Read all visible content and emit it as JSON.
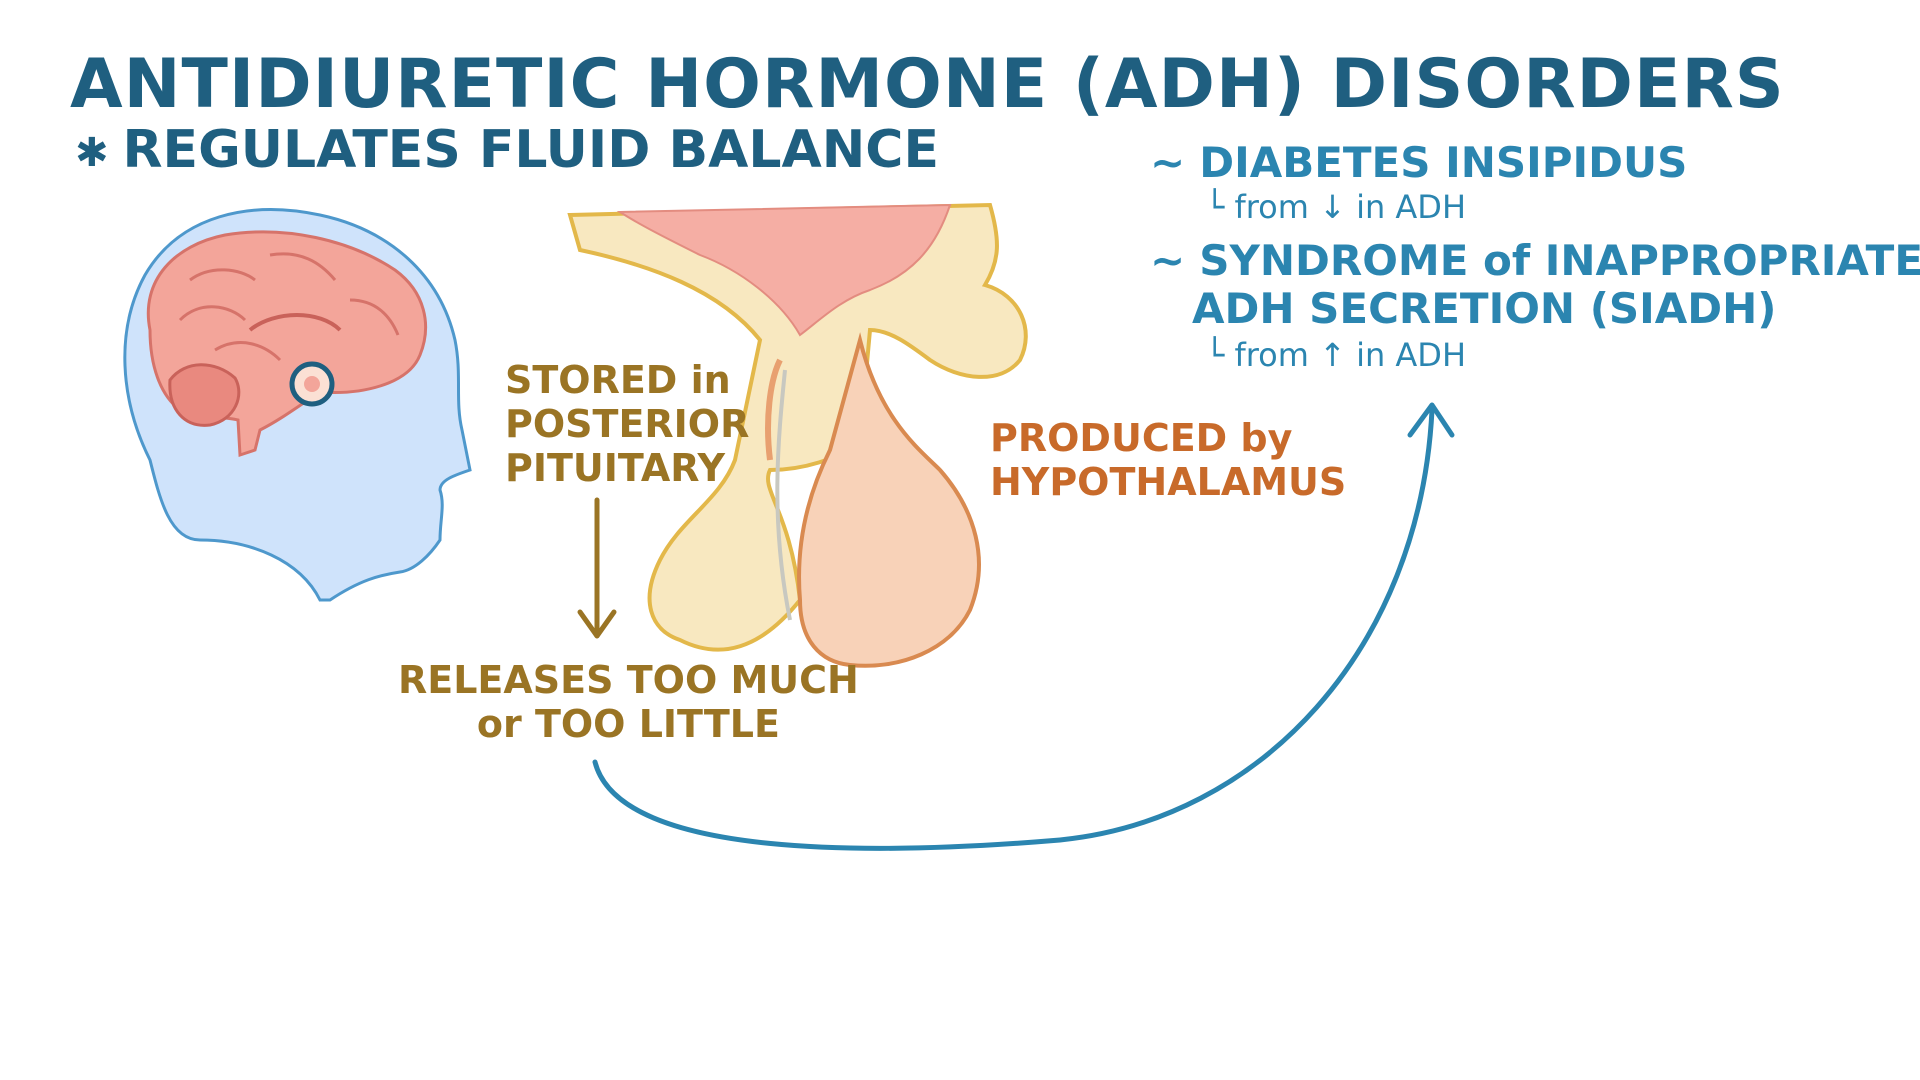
{
  "title": "ANTIDIURETIC HORMONE (ADH) DISORDERS",
  "subtitle_bullet": "✱",
  "subtitle": "REGULATES FLUID BALANCE",
  "disorders": [
    {
      "marker": "~",
      "name_line1": "DIABETES INSIPIDUS",
      "name_line2": "",
      "note_prefix": "└ from",
      "note_arrow": "↓",
      "note_suffix": "in ADH"
    },
    {
      "marker": "~",
      "name_line1": "SYNDROME of INAPPROPRIATE",
      "name_line2": "ADH SECRETION (SIADH)",
      "note_prefix": "└ from",
      "note_arrow": "↑",
      "note_suffix": "in ADH"
    }
  ],
  "labels": {
    "stored": [
      "STORED in",
      "POSTERIOR",
      "PITUITARY"
    ],
    "produced": [
      "PRODUCED by",
      "HYPOTHALAMUS"
    ],
    "releases": [
      "RELEASES TOO MUCH",
      "or TOO LITTLE"
    ]
  },
  "colors": {
    "title": "#1f5f80",
    "accent_blue": "#2b85b0",
    "gold": "#9a7424",
    "orange": "#c86a2a",
    "head_fill": "#cfe3fb",
    "brain_fill": "#f3a59a",
    "pituitary_cream": "#f8e8c0",
    "pituitary_peach": "#f8d2b8"
  },
  "icons": [
    "head-silhouette-icon",
    "brain-icon",
    "pituitary-magnifier-icon",
    "hypothalamus-pituitary-icon",
    "down-arrow-icon",
    "curved-arrow-icon"
  ]
}
